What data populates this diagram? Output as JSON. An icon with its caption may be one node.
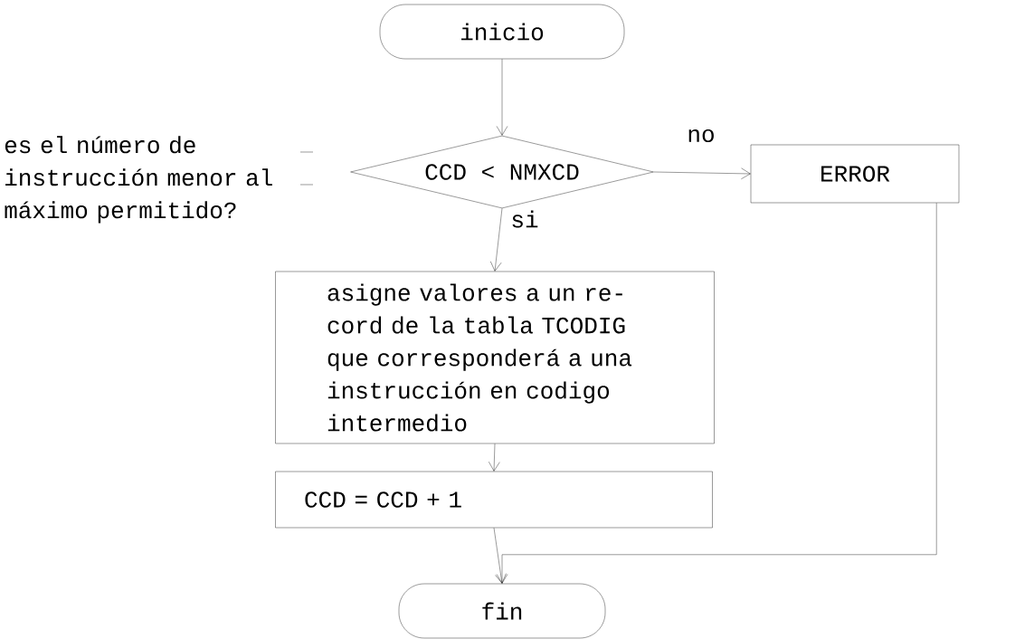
{
  "diagram": {
    "nodes": [
      {
        "text": [
          "inicio"
        ]
      },
      {
        "text": [
          "CCD < NMXCD"
        ]
      },
      {
        "text": [
          "ERROR"
        ]
      },
      {
        "text": [
          "asigne valores a un re- cord de la tabla TCODIG que corresponderá a una instrucción en codigo intermedio"
        ]
      },
      {
        "text": [
          "CCD = CCD + 1"
        ]
      },
      {
        "text": [
          "fin"
        ]
      }
    ],
    "edges": [
      {
        "from": 0,
        "to": 1,
        "arrow": "to"
      },
      {
        "from": 1,
        "to": 2,
        "arrow": "to",
        "label": "no"
      },
      {
        "from": 1,
        "to": 3,
        "arrow": "to",
        "label": "si"
      },
      {
        "from": 3,
        "to": 4,
        "arrow": "to"
      },
      {
        "from": 4,
        "to": 5,
        "arrow": "to"
      },
      {
        "from": 2,
        "to": 5,
        "arrow": "to"
      }
    ],
    "labels": [
      "es el número de instrucción menor al máximo permitido?"
    ]
  }
}
